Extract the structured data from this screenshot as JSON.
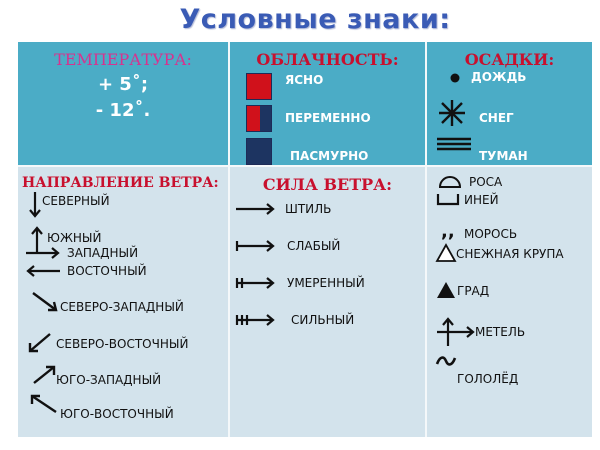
{
  "title": "Условные знаки:",
  "temperature": {
    "heading": "ТЕМПЕРАТУРА:",
    "values": [
      "+ 5˚;",
      "- 12˚."
    ]
  },
  "cloudiness": {
    "heading": "ОБЛАЧНОСТЬ:",
    "items": [
      {
        "icon": "clear-sky-square-icon",
        "label": "ЯСНО"
      },
      {
        "icon": "partly-cloudy-square-icon",
        "label": "ПЕРЕМЕННО"
      },
      {
        "icon": "overcast-square-icon",
        "label": "ПАСМУРНО"
      }
    ],
    "colors": {
      "red": "#d0111b",
      "navy": "#1d3461"
    }
  },
  "precipitation": {
    "heading": "ОСАДКИ:",
    "items": [
      {
        "icon": "rain-dot-icon",
        "label": "ДОЖДЬ"
      },
      {
        "icon": "snow-asterisk-icon",
        "label": "СНЕГ"
      },
      {
        "icon": "fog-lines-icon",
        "label": "ТУМАН"
      }
    ]
  },
  "wind_direction": {
    "heading": "НАПРАВЛЕНИЕ ВЕТРА:",
    "items": [
      {
        "icon": "arrow-down-icon",
        "label": "СЕВЕРНЫЙ"
      },
      {
        "icon": "arrow-up-icon",
        "label": "ЮЖНЫЙ"
      },
      {
        "icon": "arrow-right-icon",
        "label": "ЗАПАДНЫЙ"
      },
      {
        "icon": "arrow-left-icon",
        "label": "ВОСТОЧНЫЙ"
      },
      {
        "icon": "arrow-down-right-icon",
        "label": "СЕВЕРО-ЗАПАДНЫЙ"
      },
      {
        "icon": "arrow-down-left-icon",
        "label": "СЕВЕРО-ВОСТОЧНЫЙ"
      },
      {
        "icon": "arrow-up-right-icon",
        "label": "ЮГО-ЗАПАДНЫЙ"
      },
      {
        "icon": "arrow-up-left-icon",
        "label": "ЮГО-ВОСТОЧНЫЙ"
      }
    ]
  },
  "wind_strength": {
    "heading": "СИЛА ВЕТРА:",
    "items": [
      {
        "icon": "arrow-no-tick-icon",
        "label": "ШТИЛЬ"
      },
      {
        "icon": "arrow-one-tick-icon",
        "label": "СЛАБЫЙ"
      },
      {
        "icon": "arrow-two-ticks-icon",
        "label": "УМЕРЕННЫЙ"
      },
      {
        "icon": "arrow-three-ticks-icon",
        "label": "СИЛЬНЫЙ"
      }
    ]
  },
  "other_phenomena": {
    "items": [
      {
        "icon": "dew-semicircle-icon",
        "label": "РОСА"
      },
      {
        "icon": "frost-bracket-icon",
        "label": "ИНЕЙ"
      },
      {
        "icon": "drizzle-commas-icon",
        "label": "МОРОСЬ"
      },
      {
        "icon": "snow-pellets-triangle-icon",
        "label": "СНЕЖНАЯ КРУПА"
      },
      {
        "icon": "hail-triangle-icon",
        "label": "ГРАД"
      },
      {
        "icon": "blizzard-cross-arrow-icon",
        "label": "МЕТЕЛЬ"
      },
      {
        "icon": "ice-tilde-icon",
        "label": "ГОЛОЛЁД"
      }
    ]
  },
  "colors": {
    "top_row_bg": "#4bacc6",
    "bottom_row_bg": "#d3e3ec",
    "title": "#3a5bb5",
    "heading_red": "#c8102e",
    "heading_magenta": "#d6338f"
  }
}
